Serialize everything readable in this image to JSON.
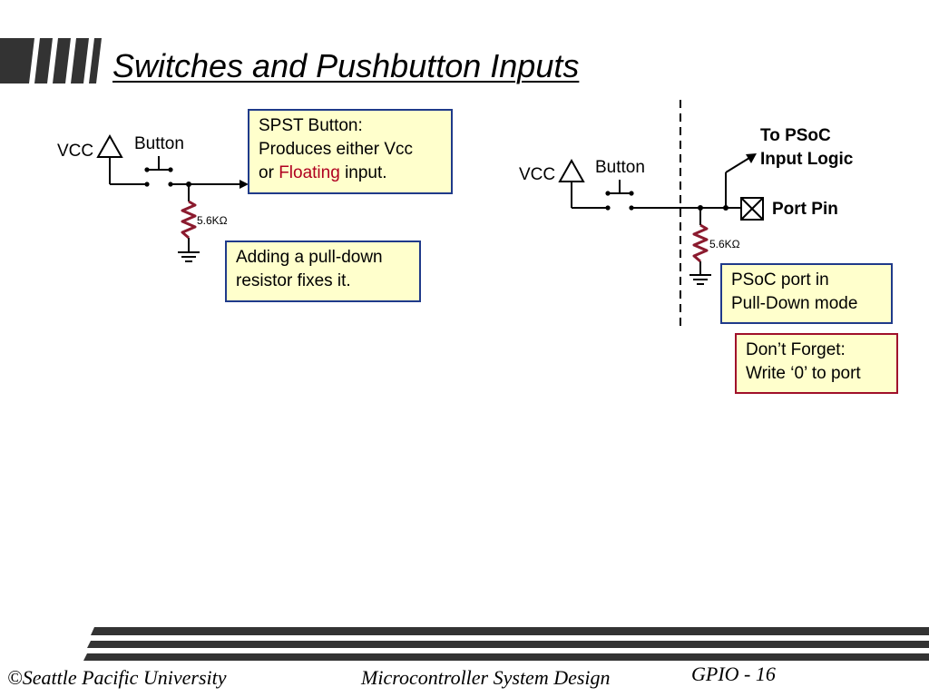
{
  "title": "Switches and Pushbutton Inputs",
  "left_circuit": {
    "vcc": "VCC",
    "button": "Button",
    "resistor": "5.6KΩ"
  },
  "right_circuit": {
    "vcc": "VCC",
    "button": "Button",
    "resistor": "5.6KΩ",
    "to_psoc_line1": "To PSoC",
    "to_psoc_line2": "Input Logic",
    "port_pin": "Port Pin"
  },
  "callouts": {
    "spst_line1": "SPST Button:",
    "spst_line2": "Produces either Vcc",
    "spst_line3_pre": "or ",
    "spst_line3_highlight": "Floating",
    "spst_line3_post": " input.",
    "pulldown_line1": "Adding a pull-down",
    "pulldown_line2": "resistor fixes it.",
    "psoc_line1": "PSoC port in",
    "psoc_line2": "Pull-Down mode",
    "forget_line1": "Don’t Forget:",
    "forget_line2": "Write ‘0’ to port"
  },
  "colors": {
    "box_fill": "#ffffcc",
    "box_border_blue": "#1f3a8a",
    "box_border_red": "#a0102a",
    "resistor": "#8b1a2e",
    "highlight": "#b00020"
  },
  "footer": {
    "university": "©Seattle Pacific University",
    "course": "Microcontroller System Design",
    "slide": "GPIO - 16"
  }
}
